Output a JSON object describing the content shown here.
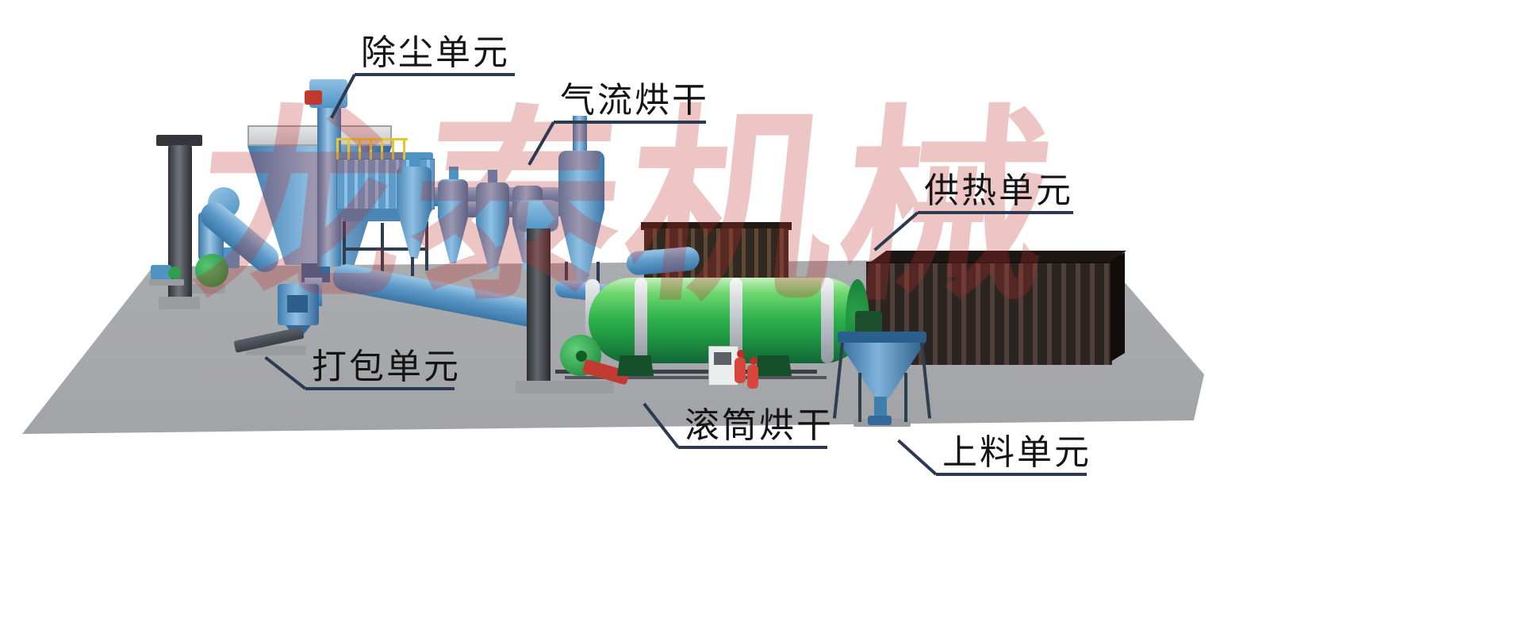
{
  "watermark": {
    "text": "龙泰机械"
  },
  "callouts": {
    "dust_removal": {
      "label": "除尘单元"
    },
    "airflow_drying": {
      "label": "气流烘干"
    },
    "heating": {
      "label": "供热单元"
    },
    "packing": {
      "label": "打包单元"
    },
    "drum_drying": {
      "label": "滚筒烘干"
    },
    "feeding": {
      "label": "上料单元"
    }
  },
  "colors": {
    "machine_blue": "#5d9ac9",
    "drum_green": "#2eb24c",
    "container_brown": "#3b2f27",
    "floor_gray": "#a9aaad",
    "callout_line": "#2b3a50",
    "watermark_red": "#c12d30",
    "accent_red": "#c0392b",
    "railing_yellow": "#e5c62f"
  }
}
